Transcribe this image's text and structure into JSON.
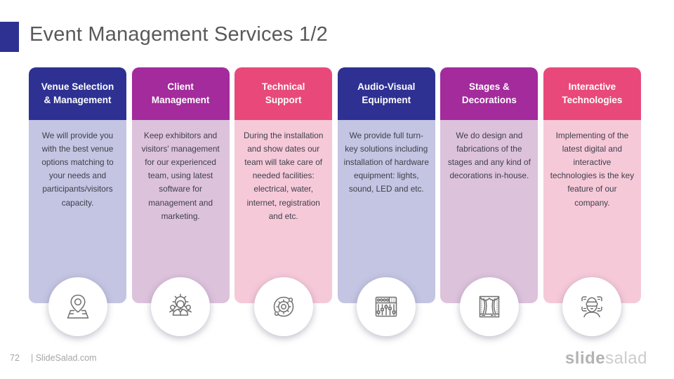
{
  "slide": {
    "title": "Event Management Services 1/2",
    "footer": {
      "page_number": "72",
      "site": "| SlideSalad.com"
    },
    "logo": {
      "bold": "slide",
      "light": "salad"
    }
  },
  "colors": {
    "accent_indigo": "#2e3192",
    "accent_purple": "#a32b9c",
    "accent_pink": "#e8497a",
    "body_indigo": "#c4c5e2",
    "body_purple": "#ddc2dc",
    "body_pink": "#f6c9d9",
    "title_text": "#595959",
    "card_body_text": "#3e3f4a",
    "icon_stroke": "#6f6f6f"
  },
  "cards": [
    {
      "title": "Venue Selection & Management",
      "body": "We will provide you with the best venue options matching to your needs and participants/visitors capacity.",
      "icon": "map-pin-icon",
      "header_color": "#2e3192",
      "body_color": "#c4c5e2"
    },
    {
      "title": "Client Management",
      "body": "Keep exhibitors and visitors' management for our experienced team, using latest software for management and marketing.",
      "icon": "team-gear-icon",
      "header_color": "#a32b9c",
      "body_color": "#ddc2dc"
    },
    {
      "title": "Technical Support",
      "body": "During the installation and show dates our team will take care of needed facilities: electrical, water, internet, registration and etc.",
      "icon": "gear-orbit-icon",
      "header_color": "#e8497a",
      "body_color": "#f6c9d9"
    },
    {
      "title": "Audio-Visual Equipment",
      "body": "We provide full turn-key solutions including installation of hardware equipment: lights, sound, LED and etc.",
      "icon": "audio-mixer-icon",
      "header_color": "#2e3192",
      "body_color": "#c4c5e2"
    },
    {
      "title": "Stages & Decorations",
      "body": "We do design and fabrications of the stages and any kind of decorations in-house.",
      "icon": "stage-curtain-icon",
      "header_color": "#a32b9c",
      "body_color": "#ddc2dc"
    },
    {
      "title": "Interactive Technologies",
      "body": "Implementing of the latest digital and interactive technologies is the key feature of our company.",
      "icon": "vr-face-scan-icon",
      "header_color": "#e8497a",
      "body_color": "#f6c9d9"
    }
  ]
}
